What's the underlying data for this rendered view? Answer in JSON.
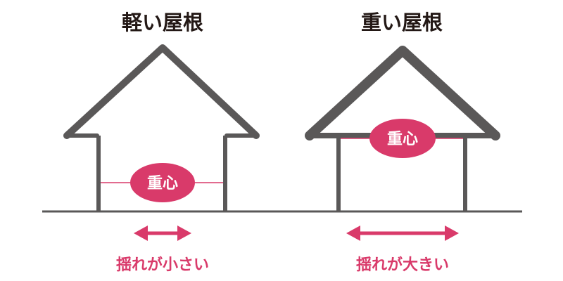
{
  "colors": {
    "outline": "#5a5858",
    "accent": "#d93a6a",
    "background": "#ffffff"
  },
  "houses": [
    {
      "title": "軽い屋根",
      "cog_label": "重心",
      "sway_label": "揺れが小さい"
    },
    {
      "title": "重い屋根",
      "cog_label": "重心",
      "sway_label": "揺れが大きい"
    }
  ]
}
